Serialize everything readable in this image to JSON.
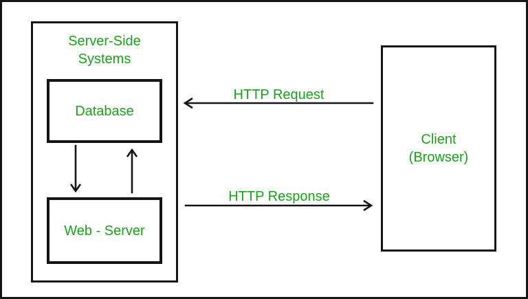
{
  "colors": {
    "text_green": "#1ca01c",
    "line_color": "#151515",
    "bg_color": "#ffffff"
  },
  "diagram": {
    "server_side": {
      "title": "Server-Side\nSystems",
      "database_label": "Database",
      "web_server_label": "Web - Server"
    },
    "client": {
      "label": "Client\n(Browser)"
    },
    "flows": {
      "request_label": "HTTP Request",
      "response_label": "HTTP Response"
    },
    "icons": {
      "request_arrow": "left-arrow-icon",
      "response_arrow": "right-arrow-icon",
      "db_to_web_arrow": "down-arrow-icon",
      "web_to_db_arrow": "up-arrow-icon"
    }
  }
}
